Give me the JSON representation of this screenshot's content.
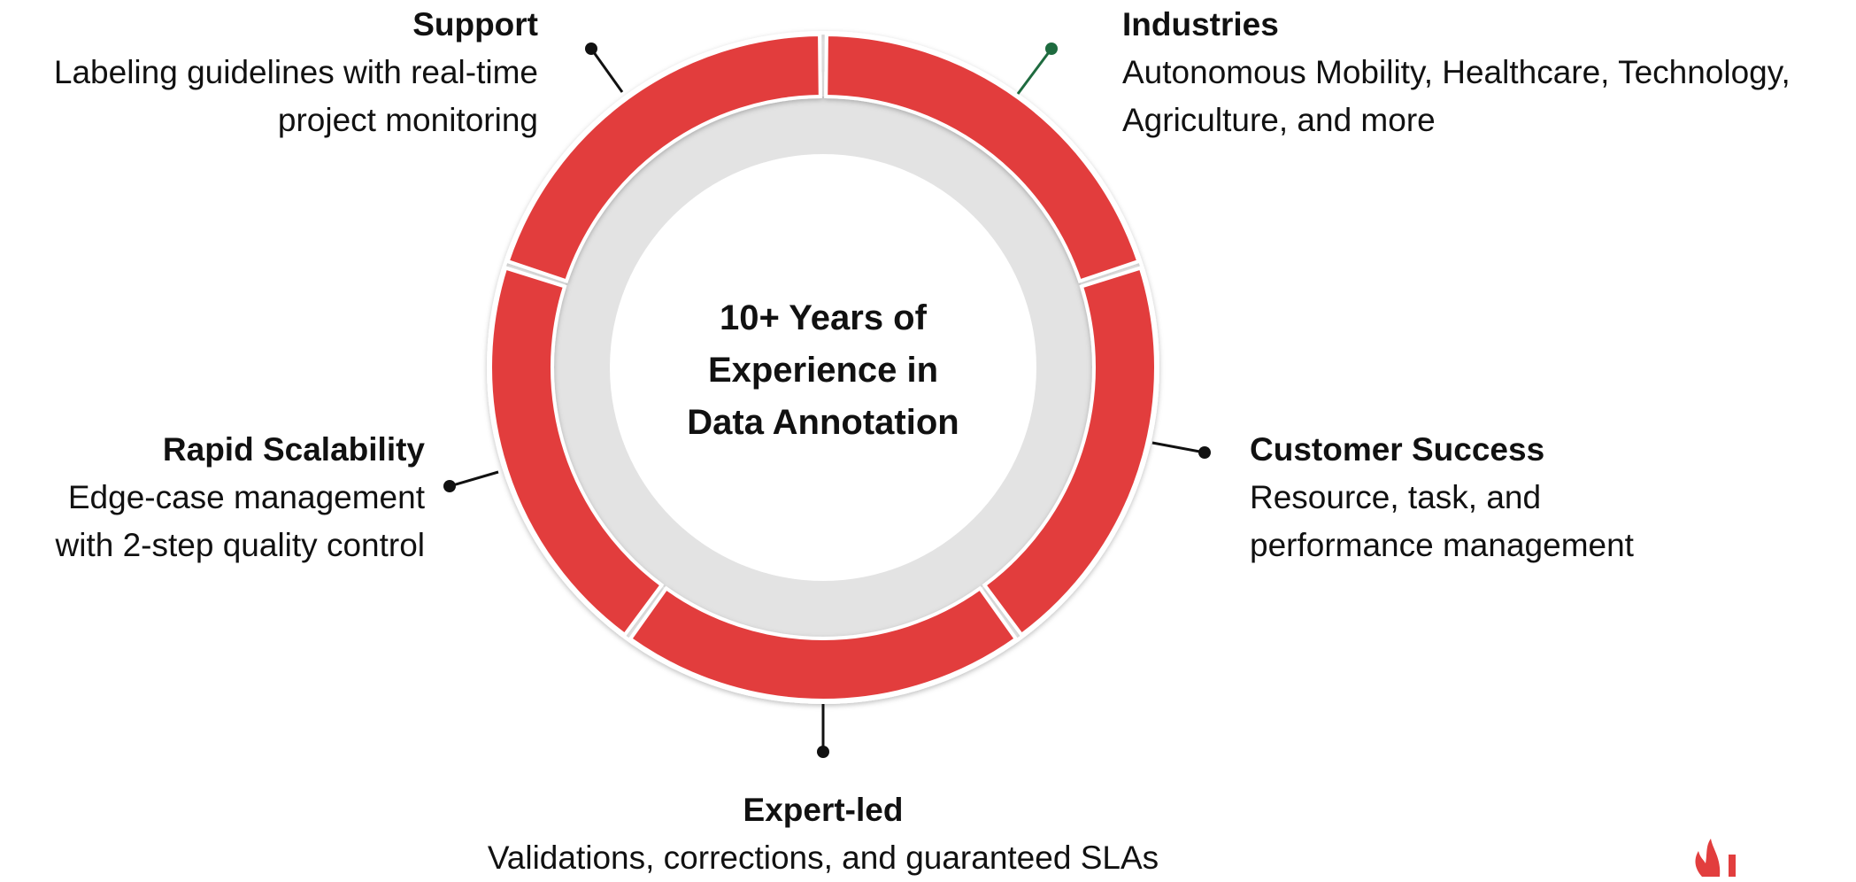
{
  "center": {
    "line1": "10+ Years of",
    "line2": "Experience in",
    "line3": "Data Annotation"
  },
  "items": [
    {
      "title": "Support",
      "desc1": "Labeling guidelines with real-time",
      "desc2": "project monitoring"
    },
    {
      "title": "Industries",
      "desc1": "Autonomous Mobility, Healthcare, Technology,",
      "desc2": "Agriculture, and more"
    },
    {
      "title": "Customer Success",
      "desc1": "Resource, task, and",
      "desc2": "performance management"
    },
    {
      "title": "Expert-led",
      "desc1": "Validations, corrections, and guaranteed SLAs",
      "desc2": ""
    },
    {
      "title": "Rapid Scalability",
      "desc1": "Edge-case management",
      "desc2": "with 2-step quality control"
    }
  ],
  "colors": {
    "ring": "#e23e3e",
    "ring_inner": "#e3e3e3",
    "connector": "#111111",
    "connector_accent": "#1e6b3f",
    "logo": "#e23e3e"
  },
  "logo": {
    "name": "flame-logo"
  }
}
